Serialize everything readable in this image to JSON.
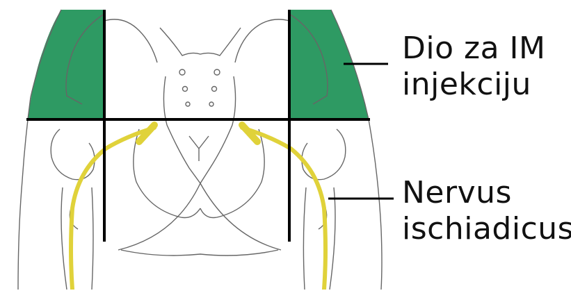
{
  "labels": {
    "im_zone": {
      "line1": "Dio za IM",
      "line2": "injekciju"
    },
    "nerve": {
      "line1": "Nervus",
      "line2": "ischiadicus"
    }
  },
  "colors": {
    "im_zone_fill": "#2e9a63",
    "nerve": "#e0d23a",
    "outline": "#555555",
    "guide_lines": "#000000"
  }
}
